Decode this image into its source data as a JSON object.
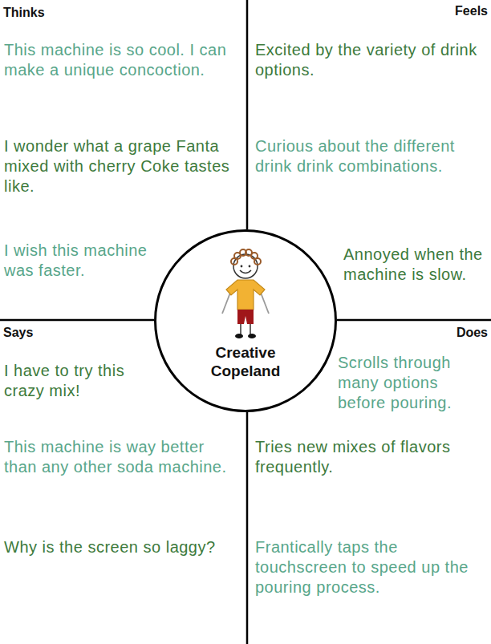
{
  "diagram": {
    "nodes": [
      {
        "text": [
          "Thinks",
          "This machine is so cool. I can make a unique concoction.",
          "I wonder what a grape Fanta mixed with cherry Coke tastes like.",
          "I wish this machine was faster."
        ]
      },
      {
        "text": [
          "Feels",
          "Excited by the variety of drink options.",
          "Curious about the different drink drink combinations.",
          "Annoyed when the machine is slow."
        ]
      },
      {
        "text": [
          "Creative Copeland"
        ]
      },
      {
        "text": [
          "Says",
          "I have to try this crazy mix!",
          "This machine is way better than any other soda machine.",
          "Why is the screen so laggy?"
        ]
      },
      {
        "text": [
          "Does",
          "Scrolls through many options before pouring.",
          "Tries new mixes of flavors frequently.",
          "Frantically taps the touchscreen to speed up the pouring process."
        ]
      }
    ]
  }
}
